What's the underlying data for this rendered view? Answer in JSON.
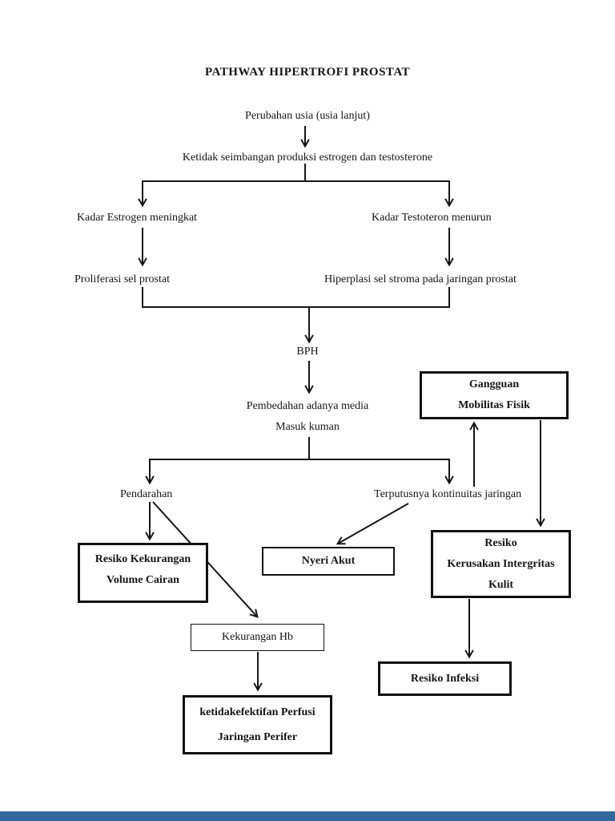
{
  "page": {
    "title": "PATHWAY HIPERTROFI PROSTAT"
  },
  "nodes": {
    "perubahan_usia": "Perubahan usia (usia lanjut)",
    "ketidakseimbangan": "Ketidak seimbangan produksi estrogen dan testosterone",
    "kadar_estrogen": "Kadar Estrogen meningkat",
    "kadar_testoteron": "Kadar Testoteron menurun",
    "proliferasi": "Proliferasi sel prostat",
    "hiperplasi": "Hiperplasi sel stroma pada jaringan prostat",
    "bph": "BPH",
    "pembedahan_line1": "Pembedahan adanya media",
    "pembedahan_line2": "Masuk kuman",
    "pendarahan": "Pendarahan",
    "terputusnya": "Terputusnya kontinuitas jaringan"
  },
  "boxes": {
    "gangguan_mobilitas": {
      "line1": "Gangguan",
      "line2": "Mobilitas Fisik"
    },
    "resiko_kekurangan": {
      "line1": "Resiko Kekurangan",
      "line2": "Volume Cairan"
    },
    "nyeri_akut": {
      "line1": "Nyeri Akut"
    },
    "resiko_kerusakan": {
      "line1": "Resiko",
      "line2": "Kerusakan Intergritas",
      "line3": "Kulit"
    },
    "kekurangan_hb": {
      "line1": "Kekurangan Hb"
    },
    "ketidakefektifan_perfusi": {
      "line1": "ketidakefektifan Perfusi",
      "line2": "Jaringan Perifer"
    },
    "resiko_infeksi": {
      "line1": "Resiko Infeksi"
    }
  },
  "edges": [
    [
      "perubahan_usia",
      "ketidakseimbangan"
    ],
    [
      "ketidakseimbangan",
      "kadar_estrogen"
    ],
    [
      "ketidakseimbangan",
      "kadar_testoteron"
    ],
    [
      "kadar_estrogen",
      "proliferasi"
    ],
    [
      "kadar_testoteron",
      "hiperplasi"
    ],
    [
      "proliferasi",
      "bph"
    ],
    [
      "hiperplasi",
      "bph"
    ],
    [
      "bph",
      "pembedahan_masuk_kuman"
    ],
    [
      "pembedahan_masuk_kuman",
      "pendarahan"
    ],
    [
      "pembedahan_masuk_kuman",
      "terputusnya"
    ],
    [
      "terputusnya",
      "gangguan_mobilitas"
    ],
    [
      "gangguan_mobilitas",
      "resiko_kerusakan"
    ],
    [
      "terputusnya",
      "nyeri_akut"
    ],
    [
      "pendarahan",
      "resiko_kekurangan"
    ],
    [
      "pendarahan",
      "kekurangan_hb"
    ],
    [
      "resiko_kerusakan",
      "resiko_infeksi"
    ],
    [
      "kekurangan_hb",
      "ketidakefektifan_perfusi"
    ]
  ],
  "colors": {
    "background": "#ffffff",
    "text": "#151515",
    "line": "#151515",
    "bottom_bar": "#31669f"
  }
}
